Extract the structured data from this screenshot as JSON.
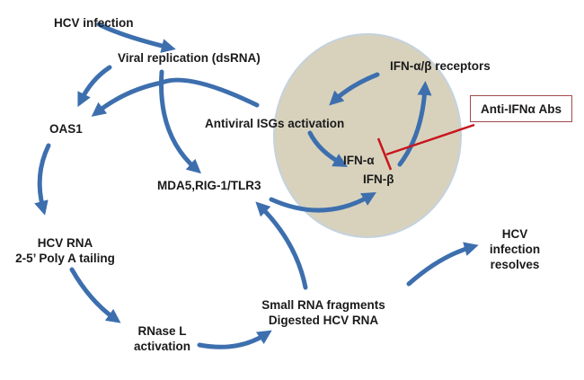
{
  "colors": {
    "arrow": "#3d6fae",
    "circle": "#d8d2bd",
    "circle_edge": "#b9c9d8",
    "inhibit": "#c8161d"
  },
  "nodes": {
    "hcv_infection": "HCV infection",
    "viral_replication": "Viral replication (dsRNA)",
    "oas1": "OAS1",
    "antiviral_isgs": "Antiviral ISGs activation",
    "ifn_receptors": "IFN-α/β receptors",
    "ifn_alpha": "IFN-α",
    "ifn_beta": "IFN-β",
    "mda5": "MDA5,RIG-1/TLR3",
    "hcv_rna_line1": "HCV RNA",
    "hcv_rna_line2": "2-5’ Poly A tailing",
    "rnase_line1": "RNase L",
    "rnase_line2": "activation",
    "fragments_line1": "Small RNA fragments",
    "fragments_line2": "Digested HCV RNA",
    "resolves_line1": "HCV",
    "resolves_line2": "infection",
    "resolves_line3": "resolves"
  },
  "inhibitor": {
    "label": "Anti-IFNα Abs"
  }
}
